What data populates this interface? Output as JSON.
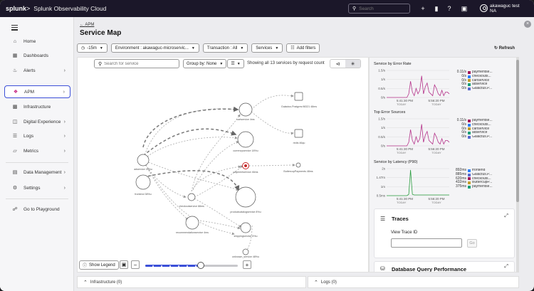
{
  "header": {
    "logo": "splunk",
    "logo_mark": ">",
    "product": "Splunk Observability Cloud",
    "search_placeholder": "Search",
    "user_name": "akawaguc test",
    "user_org": "NA"
  },
  "sidebar": {
    "items": [
      {
        "label": "Home",
        "icon": "home-icon"
      },
      {
        "label": "Dashboards",
        "icon": "dashboard-icon"
      },
      {
        "label": "Alerts",
        "icon": "bell-icon"
      },
      {
        "label": "APM",
        "icon": "apm-icon"
      },
      {
        "label": "Infrastructure",
        "icon": "infrastructure-icon"
      },
      {
        "label": "Digital Experience",
        "icon": "digital-experience-icon"
      },
      {
        "label": "Logs",
        "icon": "logs-icon"
      },
      {
        "label": "Metrics",
        "icon": "metrics-icon"
      },
      {
        "label": "Data Management",
        "icon": "data-management-icon"
      },
      {
        "label": "Settings",
        "icon": "gear-icon"
      },
      {
        "label": "Go to Playground",
        "icon": "playground-icon"
      }
    ],
    "active": "APM"
  },
  "page": {
    "breadcrumb": "APM",
    "title": "Service Map",
    "refresh": "Refresh",
    "filters": {
      "time": "-15m",
      "environment": "Environment : akawaguc-microservic...",
      "transaction": "Transaction : All",
      "services": "Services",
      "add_filters": "Add filters"
    }
  },
  "map": {
    "search_placeholder": "Search for service",
    "group_by": "Group by: None",
    "showing": "Showing all 13 services by request count",
    "show_legend": "Show Legend",
    "nodes": [
      {
        "id": "adservice",
        "label": "adservice 18%u"
      },
      {
        "id": "frontend",
        "label": "frontend 38%u"
      },
      {
        "id": "cartservice",
        "label": "cartservice 4ms"
      },
      {
        "id": "currencyservice",
        "label": "currencyservice 18%u"
      },
      {
        "id": "galactus",
        "label": "Galactus.Postgres:98321 48ms"
      },
      {
        "id": "redis",
        "label": "redis 46qu"
      },
      {
        "id": "paymentservice",
        "label": "paymentservice 46ms"
      },
      {
        "id": "buttercup",
        "label": "ButtercupPayments 48ms"
      },
      {
        "id": "checkoutservice",
        "label": "checkoutservice 88ms"
      },
      {
        "id": "productcatalogservice",
        "label": "productcatalogservice 8%u"
      },
      {
        "id": "recommendationservice",
        "label": "recommendationservice 4ms"
      },
      {
        "id": "shippingservice",
        "label": "shippingservice 6%u"
      },
      {
        "id": "unknown",
        "label": "unknown_service 48%u"
      }
    ]
  },
  "charts": [
    {
      "title": "Service by Error Rate",
      "y_ticks": [
        "1.5/s",
        "1/s",
        "0.5/s",
        "0/s"
      ],
      "x_ticks": [
        {
          "time": "5:41:30 PM",
          "day": "TODAY"
        },
        {
          "time": "5:56:20 PM",
          "day": "TODAY"
        }
      ],
      "legend": [
        {
          "value": "0.11/s",
          "name": "paymentse...",
          "color": "#a3195b"
        },
        {
          "value": "0/s",
          "name": "checkouts...",
          "color": "#2d7ff9"
        },
        {
          "value": "0/s",
          "name": "cartservice",
          "color": "#c39d2c"
        },
        {
          "value": "0/s",
          "name": "adservice",
          "color": "#1b9e77"
        },
        {
          "value": "0/s",
          "name": "Galactus.P...",
          "color": "#5a6acf"
        }
      ],
      "series_color": "#b5338a",
      "values": [
        0,
        0,
        0,
        0,
        0,
        0,
        0,
        0,
        0,
        0,
        0,
        0,
        0.2,
        0.9,
        0.3,
        0.1,
        0.5,
        0.2,
        0.4,
        1.2,
        0.2,
        0.6,
        0.8,
        0.3,
        0.2,
        0.1,
        0.7,
        0.5,
        0.2,
        0.1,
        0.4,
        0.1,
        0.3,
        0.3,
        0.2
      ],
      "ymax": 1.5
    },
    {
      "title": "Top Error Sources",
      "y_ticks": [
        "1.5/s",
        "1/s",
        "0.5/s",
        "0/s"
      ],
      "x_ticks": [
        {
          "time": "5:41:30 PM",
          "day": "TODAY"
        },
        {
          "time": "5:56:20 PM",
          "day": "TODAY"
        }
      ],
      "legend": [
        {
          "value": "0.11/s",
          "name": "paymentse...",
          "color": "#a3195b"
        },
        {
          "value": "0/s",
          "name": "checkouts...",
          "color": "#2d7ff9"
        },
        {
          "value": "0/s",
          "name": "cartservice",
          "color": "#c39d2c"
        },
        {
          "value": "0/s",
          "name": "adservice",
          "color": "#1b9e77"
        },
        {
          "value": "0/s",
          "name": "Galactus.P...",
          "color": "#5a6acf"
        }
      ],
      "series_color": "#b5338a",
      "values": [
        0,
        0,
        0,
        0,
        0,
        0,
        0,
        0,
        0,
        0,
        0,
        0,
        0.2,
        0.9,
        0.3,
        0.1,
        0.5,
        0.2,
        0.4,
        1.2,
        0.2,
        0.6,
        0.8,
        0.3,
        0.2,
        0.1,
        0.7,
        0.5,
        0.2,
        0.1,
        0.4,
        0.1,
        0.3,
        0.3,
        0.2
      ],
      "ymax": 1.5
    },
    {
      "title": "Service by Latency (P90)",
      "y_ticks": [
        "2s",
        "1.47m",
        "1m",
        "0.5ms"
      ],
      "x_ticks": [
        {
          "time": "5:41:30 PM",
          "day": "TODAY"
        },
        {
          "time": "5:56:20 PM",
          "day": "TODAY"
        }
      ],
      "legend": [
        {
          "value": "892ms",
          "name": "frontend",
          "color": "#2d7ff9"
        },
        {
          "value": "885ms",
          "name": "Galactus.P...",
          "color": "#5a6acf"
        },
        {
          "value": "620ms",
          "name": "checkouts...",
          "color": "#a3195b"
        },
        {
          "value": "432ms",
          "name": "ButtercupP...",
          "color": "#c39d2c"
        },
        {
          "value": "375ms",
          "name": "paymentse...",
          "color": "#1b9e77"
        }
      ],
      "series_color": "#2a9d3f",
      "values": [
        0,
        0,
        0,
        0,
        0,
        0,
        0,
        0,
        0,
        0,
        0,
        0,
        0.1,
        1.9,
        0.1,
        0.05,
        0.05,
        0.05,
        0.05,
        0.05,
        0.05,
        0.05,
        0.05,
        0.05,
        0.05,
        0.05,
        0.05,
        0.05,
        0.05,
        0.05,
        0.05,
        0.05,
        0.05,
        0.05,
        0.05
      ],
      "ymax": 2
    }
  ],
  "traces": {
    "title": "Traces",
    "view_label": "View Trace ID",
    "go": "Go"
  },
  "db": {
    "title": "Database Query Performance"
  },
  "bottom": {
    "infrastructure": "Infrastructure (0)",
    "logs": "Logs (0)"
  }
}
